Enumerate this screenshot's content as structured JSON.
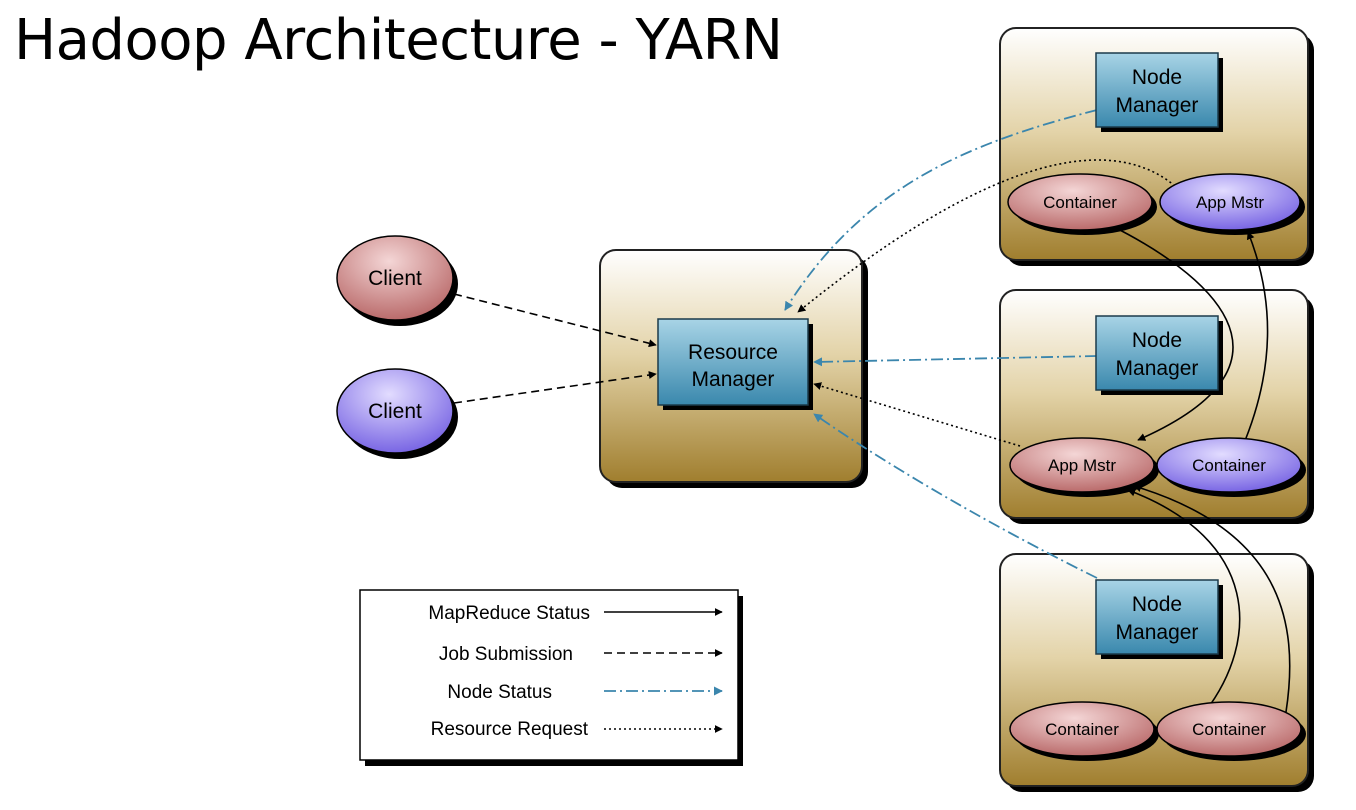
{
  "title": "Hadoop Architecture - YARN",
  "clients": [
    {
      "label": "Client",
      "color": "pink"
    },
    {
      "label": "Client",
      "color": "purple"
    }
  ],
  "resource_manager": {
    "line1": "Resource",
    "line2": "Manager"
  },
  "nodes": [
    {
      "manager": {
        "line1": "Node",
        "line2": "Manager"
      },
      "ellipses": [
        {
          "label": "Container",
          "color": "pink"
        },
        {
          "label": "App Mstr",
          "color": "purple"
        }
      ]
    },
    {
      "manager": {
        "line1": "Node",
        "line2": "Manager"
      },
      "ellipses": [
        {
          "label": "App Mstr",
          "color": "pink"
        },
        {
          "label": "Container",
          "color": "purple"
        }
      ]
    },
    {
      "manager": {
        "line1": "Node",
        "line2": "Manager"
      },
      "ellipses": [
        {
          "label": "Container",
          "color": "pink"
        },
        {
          "label": "Container",
          "color": "pink"
        }
      ]
    }
  ],
  "legend": {
    "items": [
      {
        "label": "MapReduce Status",
        "style": "solid"
      },
      {
        "label": "Job Submission",
        "style": "dashed"
      },
      {
        "label": "Node Status",
        "style": "dashdot"
      },
      {
        "label": "Resource Request",
        "style": "dotted"
      }
    ]
  },
  "colors": {
    "box_gold": "#b08c3c",
    "manager_blue": "#3e8fb3",
    "node_status_line": "#3b86ad",
    "pink_ellipse": "#c27373",
    "purple_ellipse": "#7a69e8"
  }
}
